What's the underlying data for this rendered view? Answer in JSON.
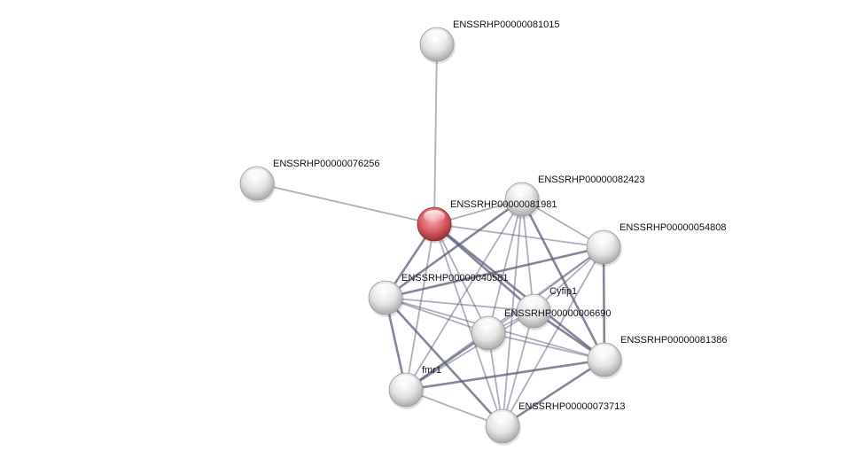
{
  "nodes": [
    {
      "id": "n81015",
      "label": "ENSSRHP00000081015",
      "query": false
    },
    {
      "id": "n76256",
      "label": "ENSSRHP00000076256",
      "query": false
    },
    {
      "id": "n81981",
      "label": "ENSSRHP00000081981",
      "query": true
    },
    {
      "id": "n82423",
      "label": "ENSSRHP00000082423",
      "query": false
    },
    {
      "id": "n54808",
      "label": "ENSSRHP00000054808",
      "query": false
    },
    {
      "id": "n40581",
      "label": "ENSSRHP00000040581",
      "query": false
    },
    {
      "id": "cyfip1",
      "label": "Cyfip1",
      "query": false
    },
    {
      "id": "n6690",
      "label": "ENSSRHP00000006690",
      "query": false
    },
    {
      "id": "n81386",
      "label": "ENSSRHP00000081386",
      "query": false
    },
    {
      "id": "fmr1",
      "label": "fmr1",
      "query": false
    },
    {
      "id": "n73713",
      "label": "ENSSRHP00000073713",
      "query": false
    }
  ],
  "edges": [
    [
      "n81981",
      "n81015",
      1
    ],
    [
      "n81981",
      "n76256",
      1
    ],
    [
      "n81981",
      "n82423",
      1
    ],
    [
      "n81981",
      "n54808",
      1
    ],
    [
      "n81981",
      "n40581",
      2
    ],
    [
      "n81981",
      "cyfip1",
      2
    ],
    [
      "n81981",
      "n6690",
      1
    ],
    [
      "n81981",
      "n81386",
      2
    ],
    [
      "n81981",
      "fmr1",
      1
    ],
    [
      "n81981",
      "n73713",
      1
    ],
    [
      "n82423",
      "n54808",
      1
    ],
    [
      "n82423",
      "n40581",
      2
    ],
    [
      "n82423",
      "cyfip1",
      1
    ],
    [
      "n82423",
      "n6690",
      1
    ],
    [
      "n82423",
      "n81386",
      2
    ],
    [
      "n82423",
      "fmr1",
      1
    ],
    [
      "n82423",
      "n73713",
      1
    ],
    [
      "n54808",
      "n40581",
      2
    ],
    [
      "n54808",
      "cyfip1",
      1
    ],
    [
      "n54808",
      "n6690",
      1
    ],
    [
      "n54808",
      "n81386",
      2
    ],
    [
      "n54808",
      "fmr1",
      1
    ],
    [
      "n54808",
      "n73713",
      1
    ],
    [
      "n40581",
      "cyfip1",
      1
    ],
    [
      "n40581",
      "n6690",
      1
    ],
    [
      "n40581",
      "n81386",
      1
    ],
    [
      "n40581",
      "fmr1",
      2
    ],
    [
      "n40581",
      "n73713",
      2
    ],
    [
      "cyfip1",
      "n6690",
      1
    ],
    [
      "cyfip1",
      "n81386",
      2
    ],
    [
      "cyfip1",
      "fmr1",
      1
    ],
    [
      "cyfip1",
      "n73713",
      1
    ],
    [
      "n6690",
      "n81386",
      1
    ],
    [
      "n6690",
      "fmr1",
      2
    ],
    [
      "n6690",
      "n73713",
      1
    ],
    [
      "n81386",
      "fmr1",
      2
    ],
    [
      "n81386",
      "n73713",
      2
    ],
    [
      "fmr1",
      "n73713",
      1
    ]
  ],
  "colors": {
    "query_node": "#d9545a",
    "node": "#e6e6e6",
    "edge": "#5b5f7a"
  }
}
